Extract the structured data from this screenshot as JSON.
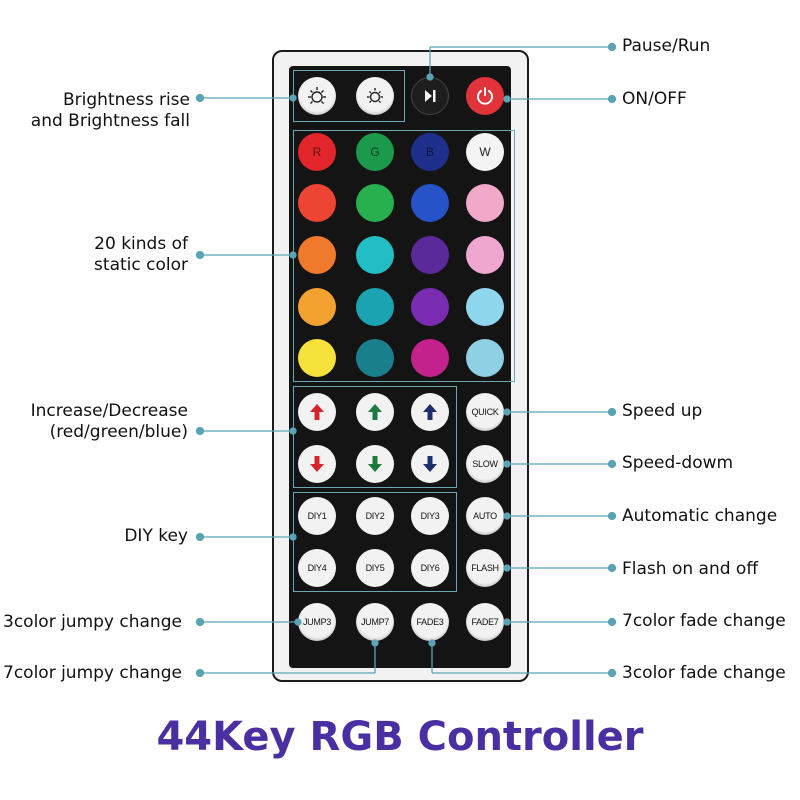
{
  "title": "44Key RGB Controller",
  "accent_color": "#4a2fa3",
  "callout_line_color": "#5aa3b4",
  "labels": {
    "brightness": [
      "Brightness rise",
      "and Brightness fall"
    ],
    "static_color": [
      "20 kinds of",
      "static color"
    ],
    "increase_decrease": [
      "Increase/Decrease",
      "(red/green/blue)"
    ],
    "diy_key": "DIY key",
    "jumpy3": "3color jumpy change",
    "jumpy7": "7color jumpy change",
    "pause_run": "Pause/Run",
    "on_off": "ON/OFF",
    "speed_up": "Speed up",
    "speed_down": "Speed-dowm",
    "auto_change": "Automatic change",
    "flash": "Flash on and off",
    "fade7": "7color fade change",
    "fade3": "3color fade change"
  },
  "color_grid": [
    {
      "letter": "R",
      "color": "#e3262b"
    },
    {
      "letter": "G",
      "color": "#1a9a4a"
    },
    {
      "letter": "B",
      "color": "#1f2f8c"
    },
    {
      "letter": "W",
      "color": "#f4f4f4"
    },
    {
      "letter": "",
      "color": "#ee4433"
    },
    {
      "letter": "",
      "color": "#27b04e"
    },
    {
      "letter": "",
      "color": "#2753c9"
    },
    {
      "letter": "",
      "color": "#f2a8c8"
    },
    {
      "letter": "",
      "color": "#f07a2c"
    },
    {
      "letter": "",
      "color": "#22bdc5"
    },
    {
      "letter": "",
      "color": "#5a2a9b"
    },
    {
      "letter": "",
      "color": "#f0a7cf"
    },
    {
      "letter": "",
      "color": "#f3a230"
    },
    {
      "letter": "",
      "color": "#1ba3b2"
    },
    {
      "letter": "",
      "color": "#7a2cb0"
    },
    {
      "letter": "",
      "color": "#8fd7ef"
    },
    {
      "letter": "",
      "color": "#f6e23a"
    },
    {
      "letter": "",
      "color": "#1a7f8c"
    },
    {
      "letter": "",
      "color": "#c3228c"
    },
    {
      "letter": "",
      "color": "#8ed0e4"
    }
  ],
  "arrow_buttons": [
    {
      "dir": "up",
      "color": "#d6242a"
    },
    {
      "dir": "up",
      "color": "#1c7a3c"
    },
    {
      "dir": "up",
      "color": "#1f2f6c"
    },
    {
      "dir": "down",
      "color": "#d6242a"
    },
    {
      "dir": "down",
      "color": "#1c7a3c"
    },
    {
      "dir": "down",
      "color": "#1f2f6c"
    }
  ],
  "speed_buttons": [
    "QUICK",
    "SLOW"
  ],
  "diy_buttons": [
    "DIY1",
    "DIY2",
    "DIY3",
    "DIY4",
    "DIY5",
    "DIY6"
  ],
  "mode_buttons": [
    "AUTO",
    "FLASH"
  ],
  "bottom_buttons": [
    "JUMP3",
    "JUMP7",
    "FADE3",
    "FADE7"
  ],
  "icons": {
    "brightness_up": "sun-up-icon",
    "brightness_down": "sun-down-icon",
    "play_pause": "play-pause-icon",
    "power": "power-icon"
  }
}
